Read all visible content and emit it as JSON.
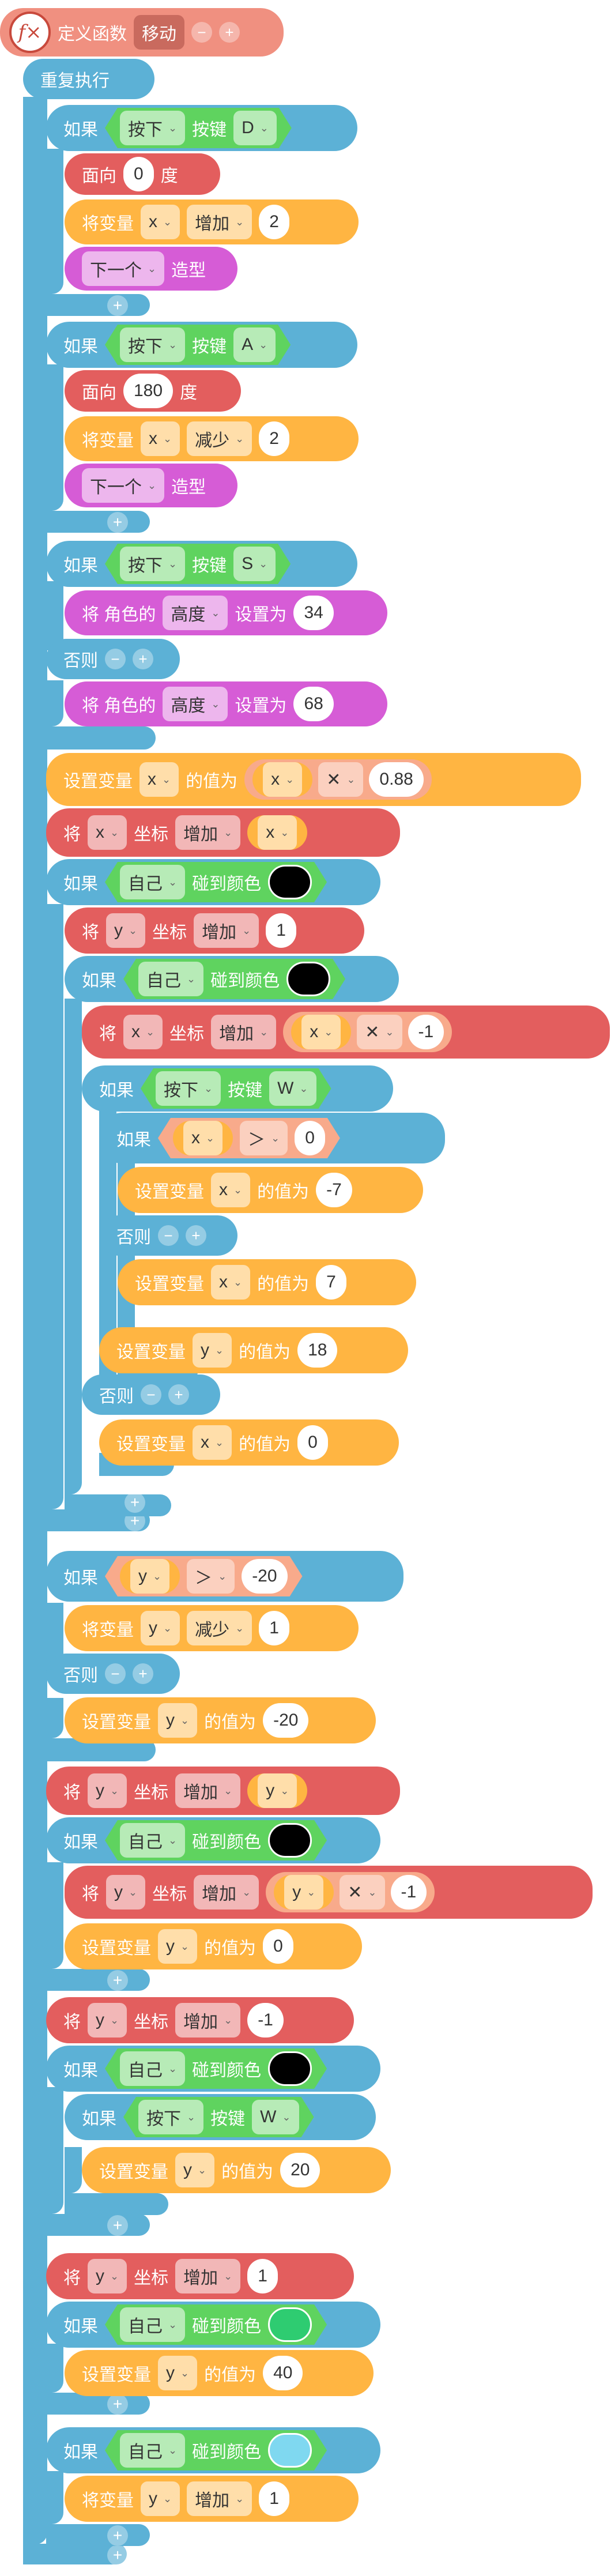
{
  "colors": {
    "control": "#5cb1d6",
    "motion": "#e35e5e",
    "variable": "#ffb542",
    "looks": "#d65cd6",
    "sensing": "#5fd35f",
    "operator": "#f8aa8b",
    "hat": "#f09080",
    "darkred": "#c8493c"
  },
  "labels": {
    "define_function": "定义函数",
    "function_name": "移动",
    "repeat_forever": "重复执行",
    "if": "如果",
    "else": "否则",
    "press": "按下",
    "key": "按键",
    "point_in_direction": "面向",
    "degrees": "度",
    "change_var": "将变量",
    "set_var": "设置变量",
    "value_of": "的值为",
    "next": "下一个",
    "costume": "造型",
    "sprite_prefix": "将 角色的",
    "height": "高度",
    "set_to": "设置为",
    "will": "将",
    "coord": "坐标",
    "increase": "增加",
    "decrease": "减少",
    "self": "自己",
    "touch_color": "碰到颜色",
    "times": "✕",
    "greater": "＞",
    "var_x": "x",
    "var_y": "y",
    "fx_icon": "fx-icon"
  },
  "values": {
    "key_d": "D",
    "key_a": "A",
    "key_s": "S",
    "key_w": "W",
    "dir_0": "0",
    "dir_180": "180",
    "two": "2",
    "h34": "34",
    "h68": "68",
    "k088": "0.88",
    "neg1": "-1",
    "neg7": "-7",
    "seven": "7",
    "eighteen": "18",
    "zero": "0",
    "neg20": "-20",
    "one": "1",
    "twenty": "20",
    "forty": "40"
  }
}
